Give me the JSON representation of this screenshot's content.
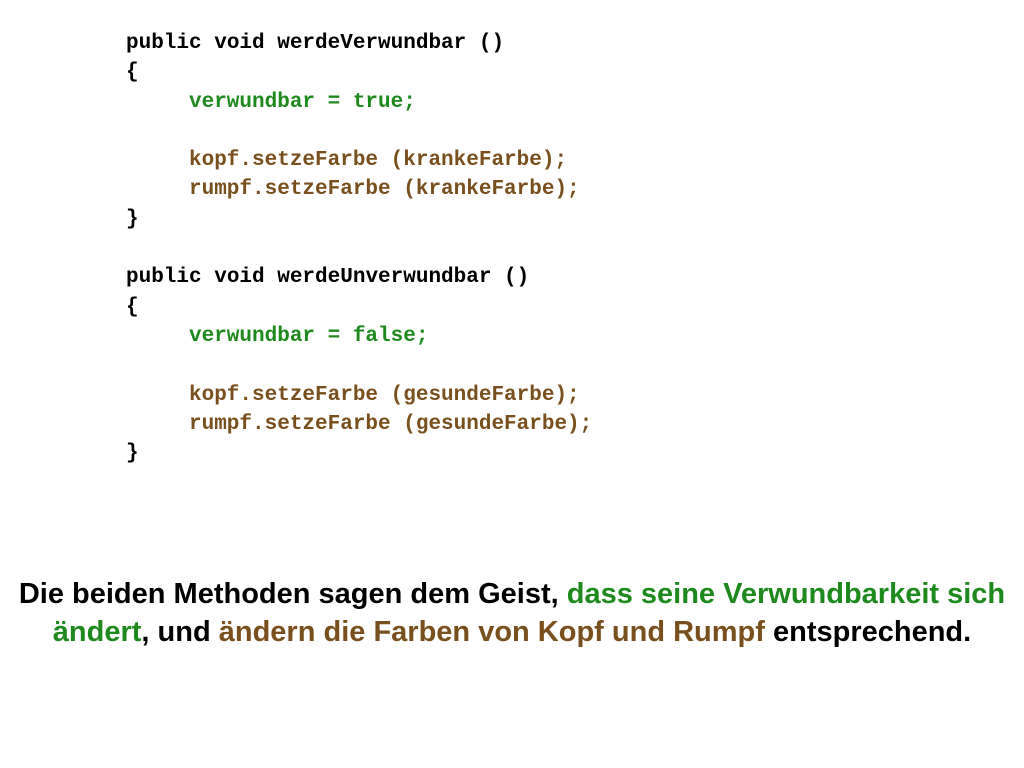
{
  "code": {
    "method1_signature": "public void werdeVerwundbar ()",
    "method1_open": "{",
    "method1_assign": "verwundbar = true;",
    "method1_kopf": "kopf.setzeFarbe (krankeFarbe);",
    "method1_rumpf": "rumpf.setzeFarbe (krankeFarbe);",
    "method1_close": "}",
    "method2_signature": "public void werdeUnverwundbar ()",
    "method2_open": "{",
    "method2_assign": "verwundbar = false;",
    "method2_kopf": "kopf.setzeFarbe (gesundeFarbe);",
    "method2_rumpf": "rumpf.setzeFarbe (gesundeFarbe);",
    "method2_close": "}"
  },
  "caption": {
    "part1": "Die beiden Methoden sagen dem Geist, ",
    "part2": "dass seine Verwundbarkeit sich ändert",
    "part3": ", und ",
    "part4": "ändern die Farben von Kopf und Rumpf",
    "part5": " entsprechend."
  },
  "colors": {
    "green": "#1e8a1e",
    "brown": "#7a4f1e",
    "text": "#000000",
    "background": "#ffffff"
  }
}
